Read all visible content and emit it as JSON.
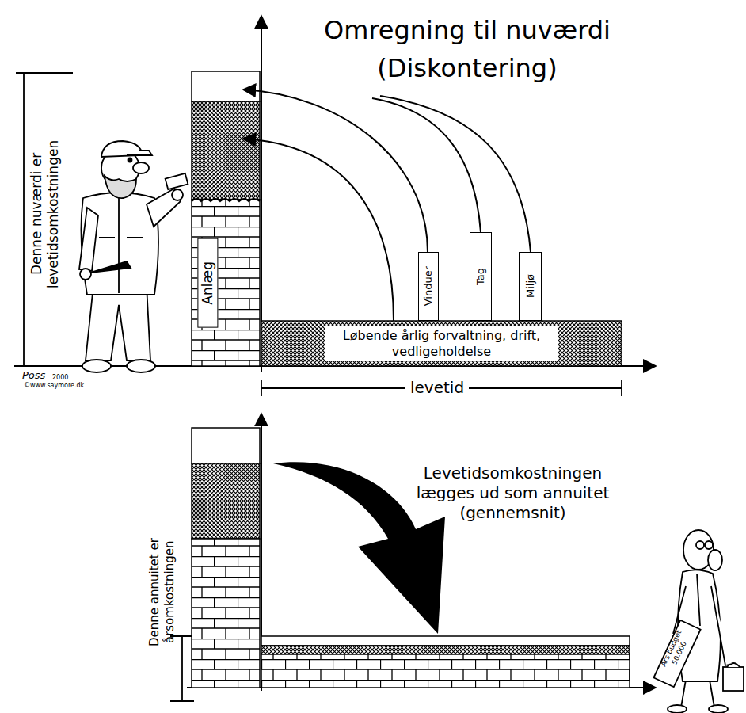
{
  "diagram": {
    "title": "Omregning til nuværdi (Diskontering)",
    "nodes": [
      {
        "text": [
          "Anlæg"
        ]
      },
      {
        "text": [
          "Vinduer"
        ]
      },
      {
        "text": [
          "Tag"
        ]
      },
      {
        "text": [
          "Miljø"
        ]
      },
      {
        "text": [
          "Løbende årlig forvaltning, drift, vedligeholdelse"
        ]
      }
    ],
    "labels": [
      "Denne nuværdi er levetidsomkostningen",
      "levetid",
      "Levetidsomkostningen lægges ud som annuitet (gennemsnit)",
      "Denne annuitet er årsomkostningen",
      "Poss",
      "2000",
      "©www.saymore.dk",
      "Års budget",
      "50.000"
    ]
  }
}
